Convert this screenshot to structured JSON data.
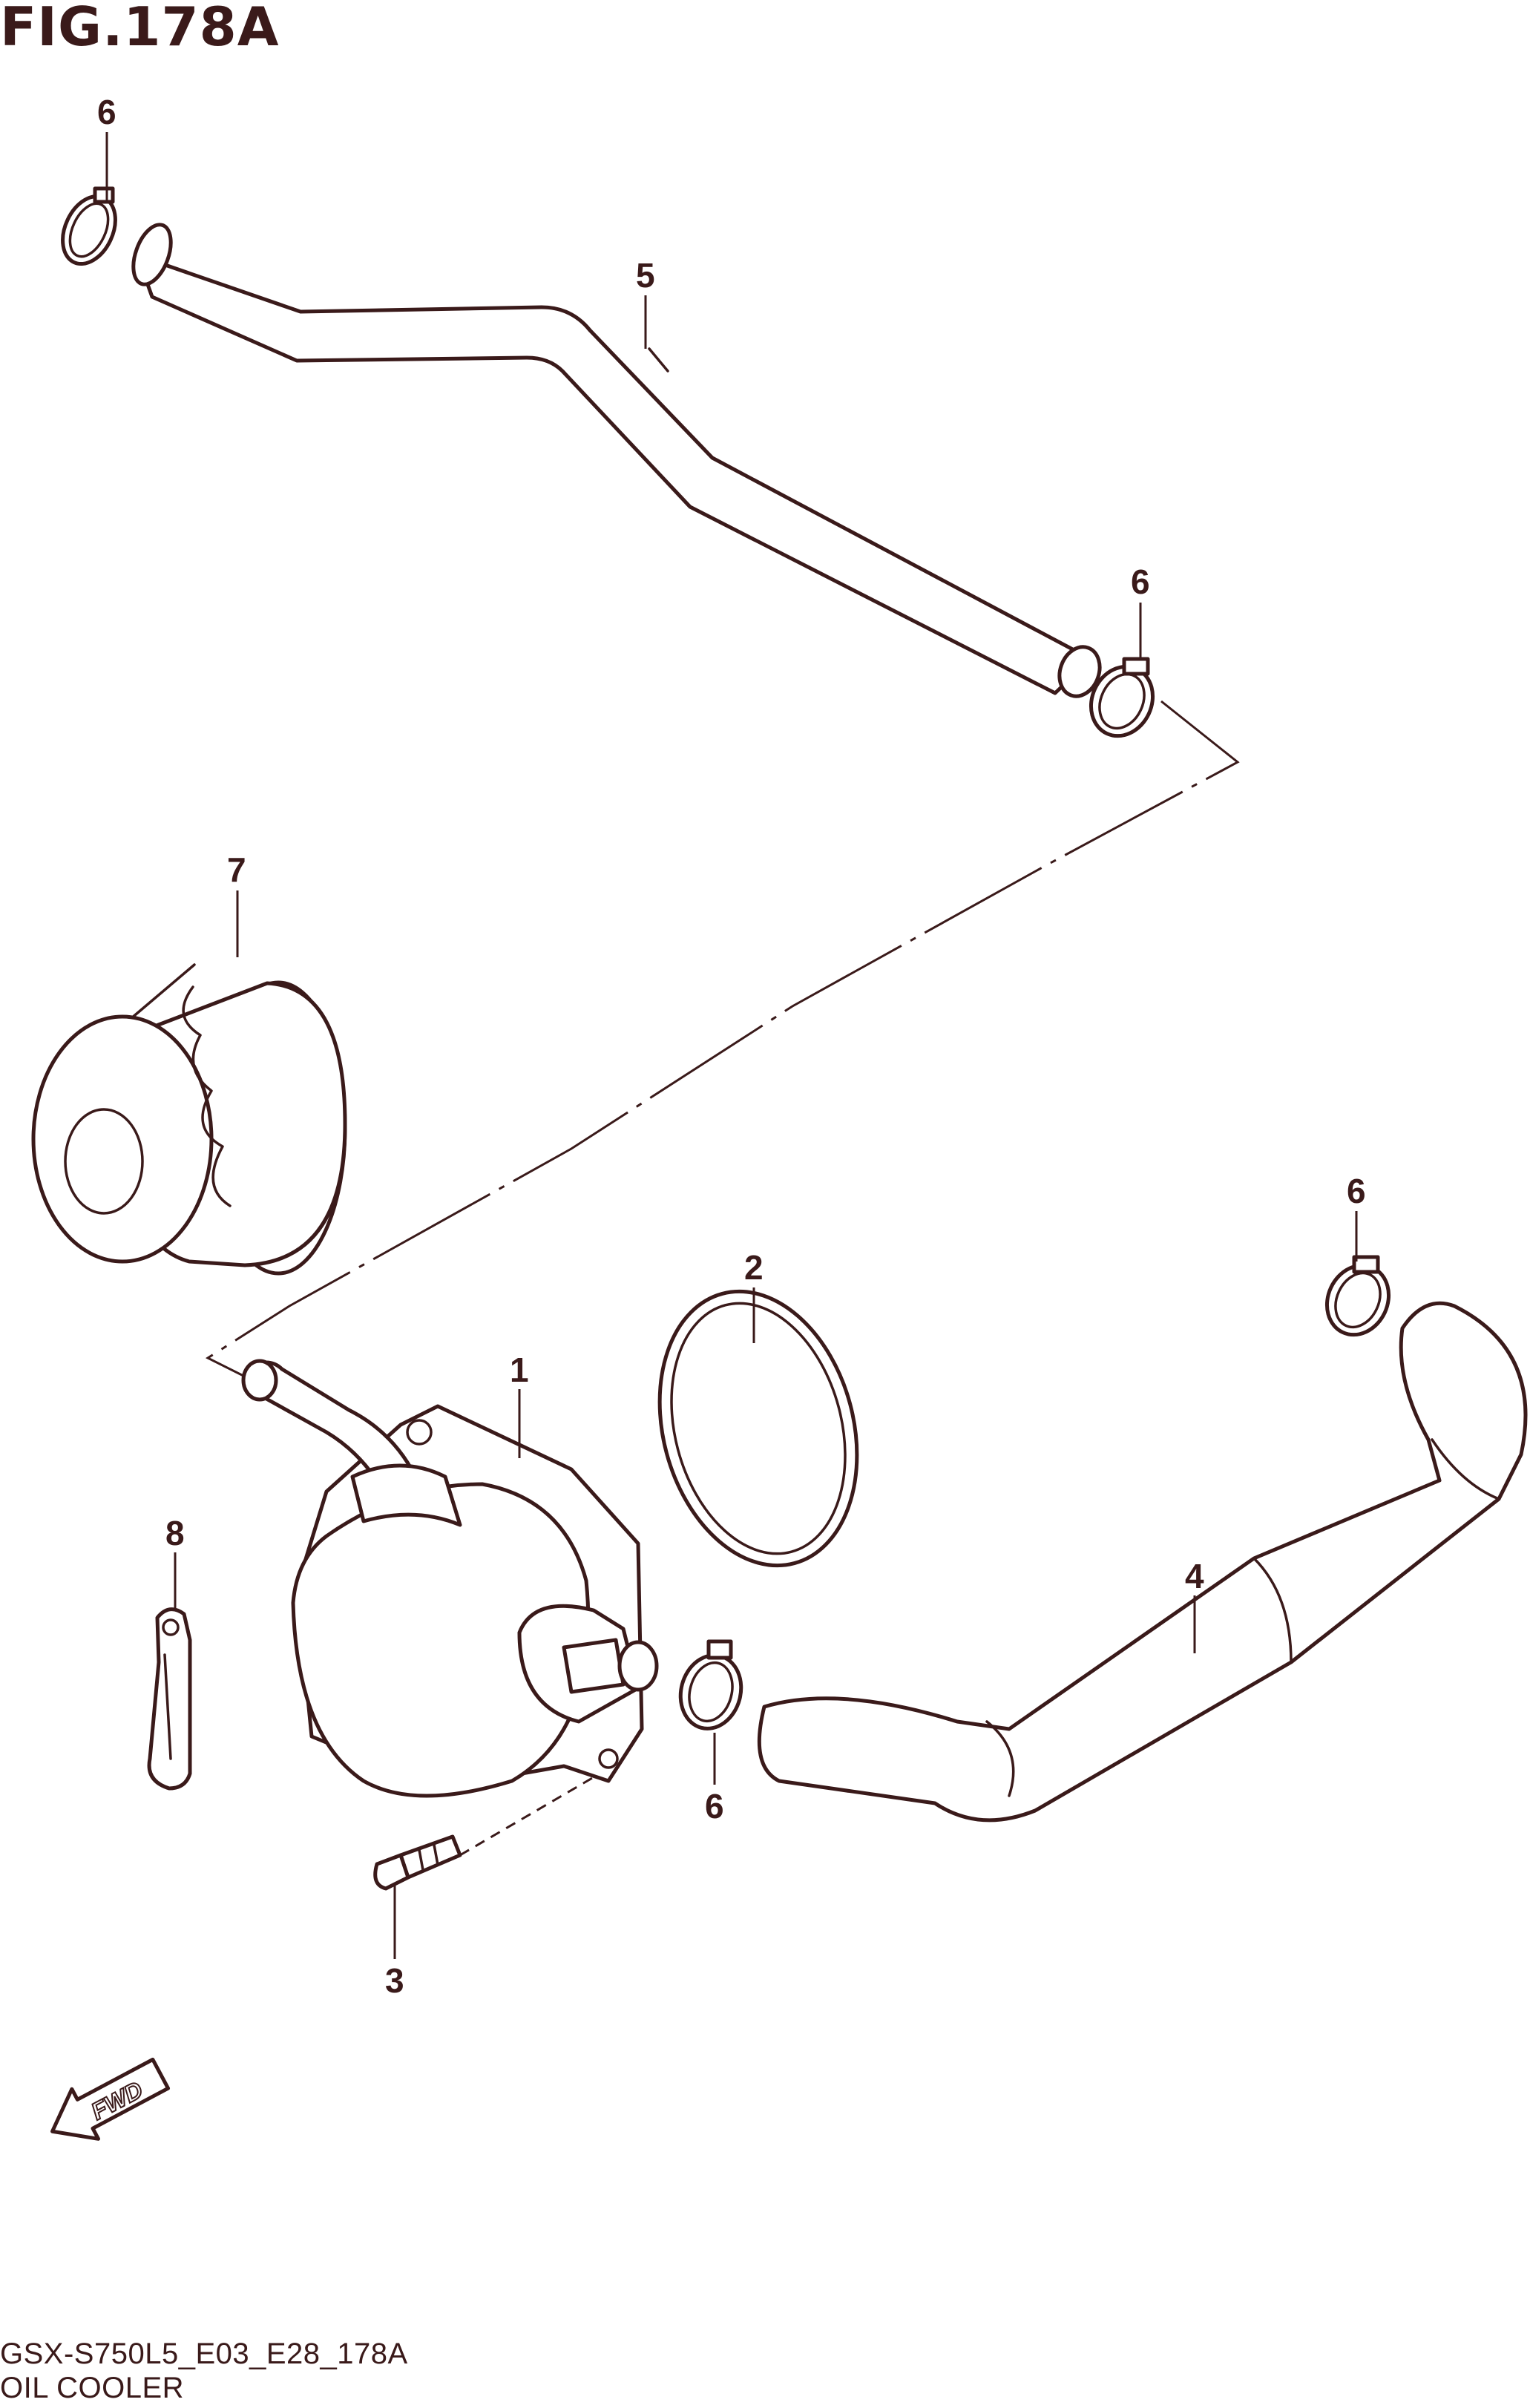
{
  "figure": {
    "title": "FIG.178A"
  },
  "callouts": {
    "c1": "1",
    "c2": "2",
    "c3": "3",
    "c4": "4",
    "c5": "5",
    "c6a": "6",
    "c6b": "6",
    "c6c": "6",
    "c6d": "6",
    "c7": "7",
    "c8": "8"
  },
  "badge": {
    "fwd": "FWD"
  },
  "footer": {
    "code": "GSX-S750L5_E03_E28_178A",
    "name": "OIL COOLER"
  }
}
